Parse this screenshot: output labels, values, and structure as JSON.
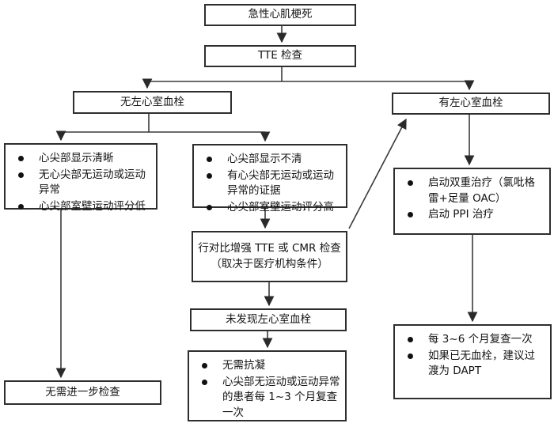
{
  "colors": {
    "border": "#2e2e2e",
    "background": "#ffffff",
    "text": "#141414",
    "arrow": "#3a3a3a"
  },
  "nodes": {
    "start": {
      "label": "急性心肌梗死"
    },
    "tte": {
      "label": "TTE 检查"
    },
    "no_lvt": {
      "label": "无左心室血栓"
    },
    "lvt": {
      "label": "有左心室血栓"
    },
    "left_criteria": {
      "bullets": [
        "心尖部显示清晰",
        "无心尖部无运动或运动异常",
        "心尖部室壁运动评分低"
      ]
    },
    "mid_criteria": {
      "bullets": [
        "心尖部显示不清",
        "有心尖部无运动或运动异常的证据",
        "心尖部室壁运动评分高"
      ]
    },
    "dual_therapy": {
      "bullets": [
        "启动双重治疗（氯吡格雷+足量 OAC）",
        "启动 PPI 治疗"
      ]
    },
    "contrast_exam": {
      "lines": [
        "行对比增强 TTE 或 CMR 检查",
        "（取决于医疗机构条件）"
      ]
    },
    "no_lvt_found": {
      "label": "未发现左心室血栓"
    },
    "no_anticoagulation": {
      "bullets": [
        "无需抗凝",
        "心尖部无运动或运动异常的患者每 1~3 个月复查一次"
      ]
    },
    "no_further_exam": {
      "label": "无需进一步检查"
    },
    "followup": {
      "bullets": [
        "每 3~6 个月复查一次",
        "如果已无血栓，建议过渡为 DAPT"
      ]
    }
  }
}
